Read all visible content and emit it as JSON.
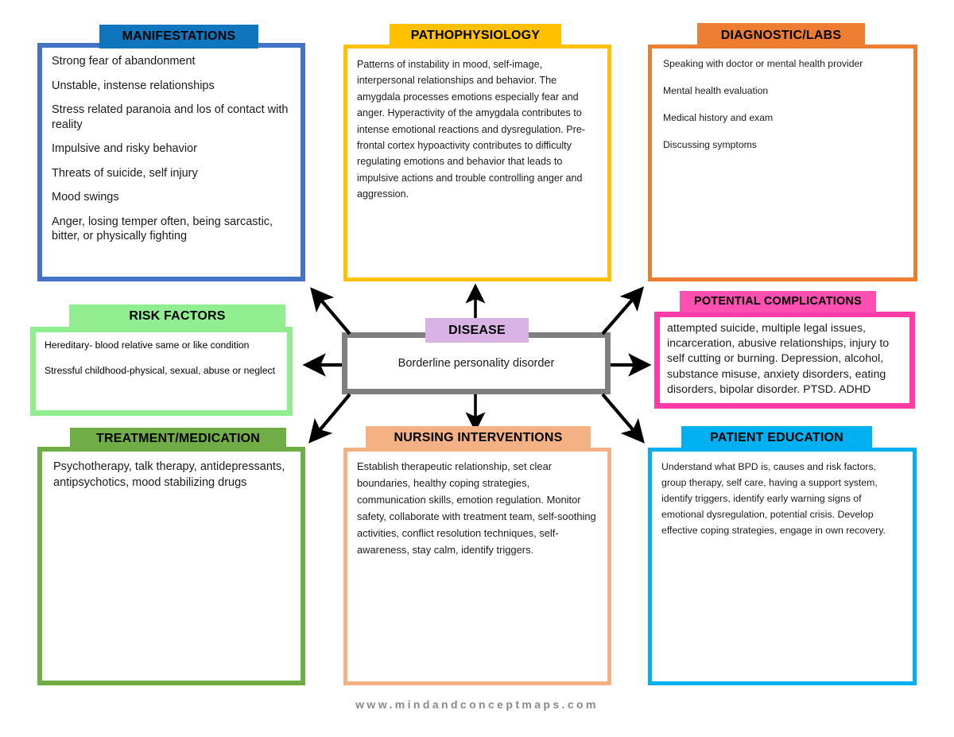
{
  "page": {
    "watermark": "www.mindandconceptmaps.com",
    "background_color": "#ffffff"
  },
  "center": {
    "header": "DISEASE",
    "header_color": "#d9b3e6",
    "border_color": "#7f7f7f",
    "text": "Borderline personality disorder"
  },
  "cards": {
    "manifestations": {
      "header": "MANIFESTATIONS",
      "header_color": "#0f75bd",
      "border_color": "#4472c4",
      "items": [
        "Strong fear of abandonment",
        "Unstable, instense relationships",
        "Stress related paranoia and los of contact with reality",
        "Impulsive and risky behavior",
        "Threats of suicide, self injury",
        "Mood swings",
        "Anger, losing temper often, being sarcastic, bitter, or physically fighting"
      ]
    },
    "pathophysiology": {
      "header": "PATHOPHYSIOLOGY",
      "header_color": "#ffc000",
      "border_color": "#ffc000",
      "body": "Patterns of instability in mood, self-image, interpersonal relationships and behavior. The amygdala processes emotions especially fear and anger. Hyperactivity of the amygdala contributes to intense emotional reactions and dysregulation. Pre-frontal cortex hypoactivity contributes to difficulty regulating emotions and behavior that leads to impulsive actions and trouble controlling anger and aggression."
    },
    "diagnostic_labs": {
      "header": "DIAGNOSTIC/LABS",
      "header_color": "#ed7d31",
      "border_color": "#ed7d31",
      "items": [
        "Speaking with doctor or mental health provider",
        "Mental health evaluation",
        "Medical history and exam",
        "Discussing symptoms"
      ]
    },
    "risk_factors": {
      "header": "RISK FACTORS",
      "header_color": "#90ee90",
      "border_color": "#90ee90",
      "item_1": "Hereditary- blood relative same or like condition",
      "item_2": "Stressful childhood-physical, sexual, abuse or neglect"
    },
    "potential_complications": {
      "header": "POTENTIAL COMPLICATIONS",
      "header_color": "#ff4fb0",
      "border_color": "#ff3ba7",
      "body": "attempted suicide, multiple legal issues, incarceration, abusive relationships, injury to self cutting or burning. Depression, alcohol, substance misuse, anxiety disorders, eating disorders, bipolar disorder. PTSD. ADHD"
    },
    "treatment_medication": {
      "header": "TREATMENT/MEDICATION",
      "header_color": "#70ad47",
      "border_color": "#70ad47",
      "body": "Psychotherapy, talk therapy, antidepressants, antipsychotics, mood stabilizing drugs"
    },
    "nursing_interventions": {
      "header": "NURSING INTERVENTIONS",
      "header_color": "#f4b183",
      "border_color": "#f4b183",
      "body": "Establish therapeutic relationship, set clear boundaries, healthy coping strategies, communication skills, emotion regulation. Monitor safety, collaborate with treatment team, self-soothing activities, conflict resolution techniques, self-awareness, stay calm, identify triggers."
    },
    "patient_education": {
      "header": "PATIENT EDUCATION",
      "header_color": "#00b0f0",
      "border_color": "#00b0f0",
      "body": "Understand what BPD is, causes and risk factors, group therapy, self care, having a support system, identify triggers, identify early warning signs of emotional dysregulation, potential crisis. Develop effective coping strategies, engage in own recovery."
    }
  },
  "connectors": {
    "color": "#000000",
    "arrows": [
      {
        "name": "arrow-to-manifestations",
        "direction": "up-left"
      },
      {
        "name": "arrow-to-pathophysiology",
        "direction": "up"
      },
      {
        "name": "arrow-to-diagnostic-labs",
        "direction": "up-right"
      },
      {
        "name": "arrow-to-risk-factors",
        "direction": "left"
      },
      {
        "name": "arrow-to-potential-complications",
        "direction": "right"
      },
      {
        "name": "arrow-to-treatment-medication",
        "direction": "down-left"
      },
      {
        "name": "arrow-to-nursing-interventions",
        "direction": "down"
      },
      {
        "name": "arrow-to-patient-education",
        "direction": "down-right"
      }
    ]
  }
}
